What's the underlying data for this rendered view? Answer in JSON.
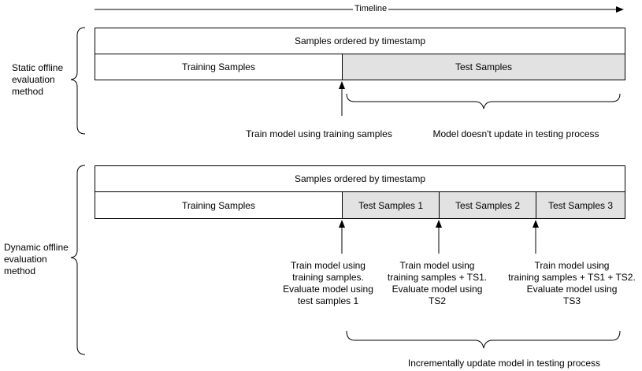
{
  "colors": {
    "line": "#000000",
    "test_fill": "#e2e2e2",
    "train_fill": "#ffffff"
  },
  "timeline": {
    "label": "Timeline"
  },
  "static_method": {
    "label": "Static offline\nevaluation\nmethod",
    "header_label": "Samples ordered by timestamp",
    "training_label": "Training Samples",
    "test_label": "Test Samples",
    "arrow_caption": "Train model using training samples",
    "brace_caption": "Model doesn't update in testing process"
  },
  "dynamic_method": {
    "label": "Dynamic offline\nevaluation\nmethod",
    "header_label": "Samples ordered by timestamp",
    "training_label": "Training Samples",
    "test_segments": [
      "Test Samples 1",
      "Test Samples 2",
      "Test Samples 3"
    ],
    "arrow_captions": [
      "Train model using\ntraining samples.\nEvaluate model using\ntest samples 1",
      "Train model using\ntraining samples + TS1.\nEvaluate model using\nTS2",
      "Train model using\ntraining samples + TS1 + TS2.\nEvaluate model using\nTS3"
    ],
    "brace_caption": "Incrementally update model in testing process"
  }
}
